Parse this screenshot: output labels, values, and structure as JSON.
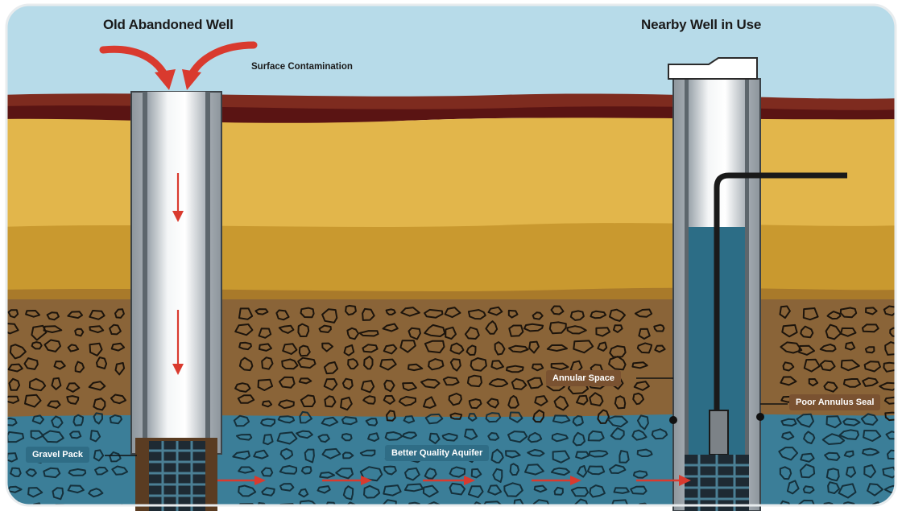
{
  "labels": {
    "old_well_title": "Old Abandoned Well",
    "new_well_title": "Nearby Well in Use",
    "surface_contamination": "Surface Contamination",
    "gravel_pack": "Gravel Pack",
    "better_quality_aquifer": "Better Quality Aquifer",
    "annular_space": "Annular Space",
    "poor_annulus_seal": "Poor Annulus Seal"
  },
  "colors": {
    "sky": "#b7dbe9",
    "topsoil_red": "#7e2b1f",
    "topsoil_dark": "#5a1413",
    "sand_light": "#e2b64b",
    "sand_mid": "#c9992f",
    "sand_dark": "#a97a2a",
    "gravel_brown": "#8a6438",
    "aquifer_blue": "#3b7e98",
    "water": "#2c6d86",
    "casing_grey": "#c9ced2",
    "arrow_red": "#d93a2e"
  },
  "icons": [
    "contamination-arrow-icon",
    "flow-arrow-icon",
    "well-cap-icon",
    "pump-icon"
  ]
}
